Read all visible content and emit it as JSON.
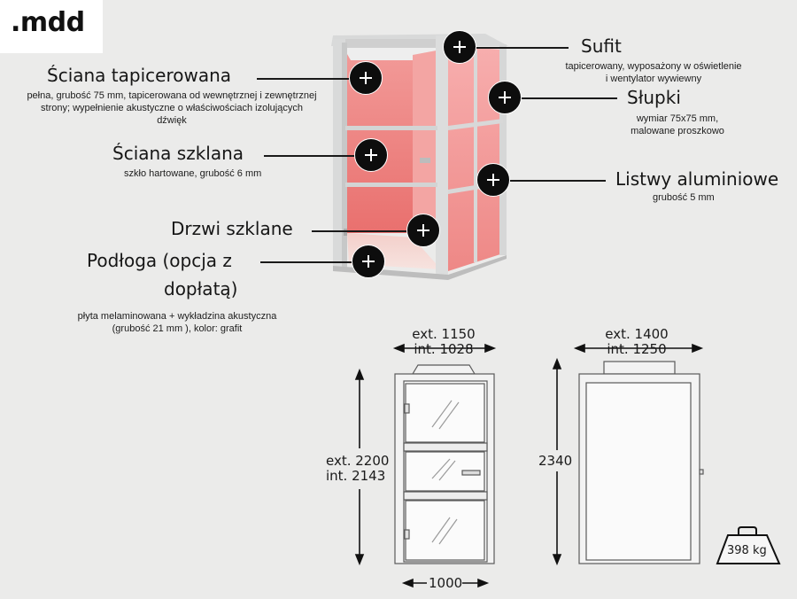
{
  "brand": {
    "logo": ".mdd"
  },
  "callouts": [
    {
      "id": "wall-upholstered",
      "title": "Ściana tapicerowana",
      "desc_lines": [
        "pełna, grubość 75 mm, tapicerowana od wewnętrznej i zewnętrznej",
        "strony; wypełnienie akustyczne o właściwościach izolujących",
        "dźwięk"
      ]
    },
    {
      "id": "wall-glass",
      "title": "Ściana szklana",
      "desc_lines": [
        "szkło hartowane, grubość 6 mm"
      ]
    },
    {
      "id": "door-glass",
      "title": "Drzwi szklane",
      "desc_lines": []
    },
    {
      "id": "floor",
      "title_lines": [
        "Podłoga (opcja z",
        "dopłatą)"
      ],
      "desc_lines": [
        "płyta melaminowana + wykładzina akustyczna",
        "(grubość 21 mm ), kolor: grafit"
      ]
    },
    {
      "id": "ceiling",
      "title": "Sufit",
      "desc_lines": [
        "tapicerowany, wyposażony w oświetlenie",
        "i wentylator wywiewny"
      ]
    },
    {
      "id": "posts",
      "title": "Słupki",
      "desc_lines": [
        "wymiar 75x75 mm,",
        "malowane proszkowo"
      ]
    },
    {
      "id": "aluminium-strips",
      "title": "Listwy aluminiowe",
      "desc_lines": [
        "grubość 5 mm"
      ]
    }
  ],
  "dimensions": {
    "front_width": [
      "ext. 1150",
      "int. 1028"
    ],
    "front_height": [
      "ext. 2200",
      "int. 2143"
    ],
    "door_width": "1000",
    "side_width": [
      "ext. 1400",
      "int. 1250"
    ],
    "side_height": "2340",
    "weight": "398 kg"
  },
  "colors": {
    "panel_red": "#ee8080",
    "frame": "#d2d3d3",
    "background": "#ebebea"
  }
}
